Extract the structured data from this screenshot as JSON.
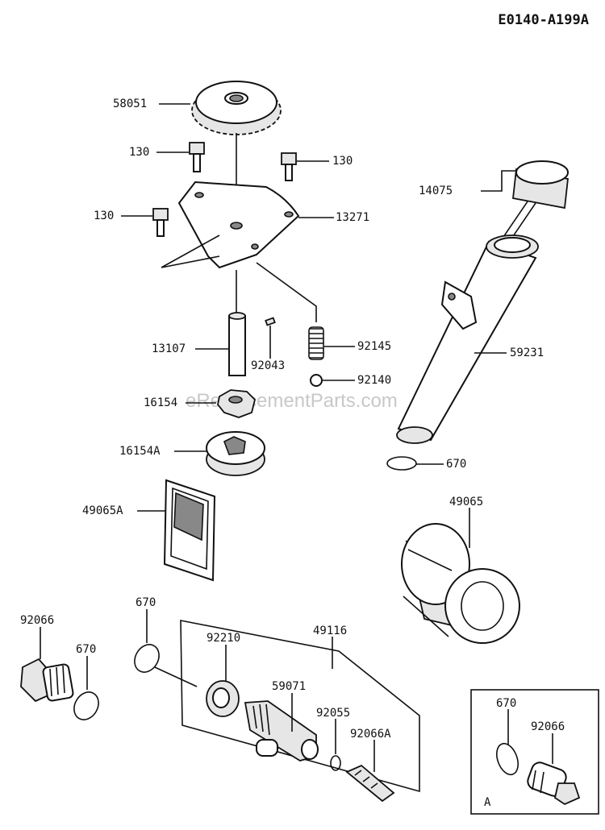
{
  "diagram_code": "E0140-A199A",
  "watermark": "eReplacementParts.com",
  "inset_label": "A",
  "part_labels": {
    "p58051": "58051",
    "p130a": "130",
    "p130b": "130",
    "p130c": "130",
    "p13271": "13271",
    "p14075": "14075",
    "p13107": "13107",
    "p92043": "92043",
    "p92145": "92145",
    "p92140": "92140",
    "p59231": "59231",
    "p16154": "16154",
    "p16154A": "16154A",
    "p670a": "670",
    "p49065A": "49065A",
    "p49065": "49065",
    "p670b": "670",
    "p49116": "49116",
    "p92066": "92066",
    "p670c": "670",
    "p92210": "92210",
    "p59071": "59071",
    "p92055": "92055",
    "p92066A": "92066A",
    "p670d": "670",
    "p92066b": "92066"
  }
}
